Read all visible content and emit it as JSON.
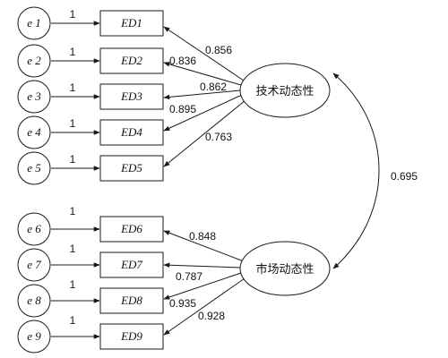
{
  "diagram": {
    "errors": [
      "e 1",
      "e 2",
      "e 3",
      "e 4",
      "e 5",
      "e 6",
      "e 7",
      "e 8",
      "e 9"
    ],
    "error_weights": [
      "1",
      "1",
      "1",
      "1",
      "1",
      "1",
      "1",
      "1",
      "1"
    ],
    "indicators": [
      "ED1",
      "ED2",
      "ED3",
      "ED4",
      "ED5",
      "ED6",
      "ED7",
      "ED8",
      "ED9"
    ],
    "latents": {
      "technology": "技术动态性",
      "market": "市场动态性"
    },
    "loadings": {
      "technology": [
        "0.856",
        "0.836",
        "0.862",
        "0.895",
        "0.763"
      ],
      "market": [
        "0.848",
        "0.787",
        "0.935",
        "0.928"
      ]
    },
    "covariance": "0.695"
  }
}
